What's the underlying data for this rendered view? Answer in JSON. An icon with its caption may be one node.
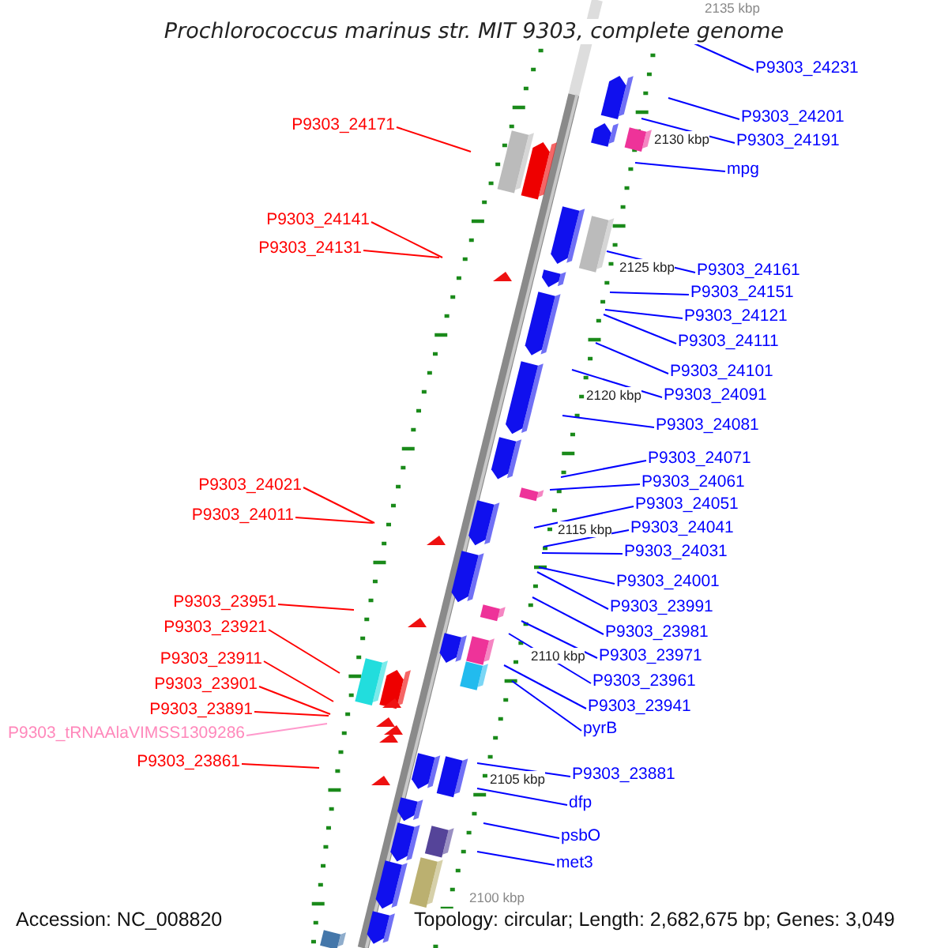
{
  "diagram": {
    "title": "Prochlorococcus marinus str. MIT 9303, complete genome",
    "nodes": [
      {
        "text": [
          "P9303_24171"
        ]
      },
      {
        "text": [
          "P9303_24141"
        ]
      },
      {
        "text": [
          "P9303_24131"
        ]
      },
      {
        "text": [
          "P9303_24021"
        ]
      },
      {
        "text": [
          "P9303_24011"
        ]
      },
      {
        "text": [
          "P9303_23951"
        ]
      },
      {
        "text": [
          "P9303_23921"
        ]
      },
      {
        "text": [
          "P9303_23911"
        ]
      },
      {
        "text": [
          "P9303_23901"
        ]
      },
      {
        "text": [
          "P9303_23891"
        ]
      },
      {
        "text": [
          "P9303_tRNAAlaVIMSS1309286"
        ]
      },
      {
        "text": [
          "P9303_23861"
        ]
      },
      {
        "text": [
          "P9303_24231"
        ]
      },
      {
        "text": [
          "P9303_24201"
        ]
      },
      {
        "text": [
          "P9303_24191"
        ]
      },
      {
        "text": [
          "mpg"
        ]
      },
      {
        "text": [
          "P9303_24161"
        ]
      },
      {
        "text": [
          "P9303_24151"
        ]
      },
      {
        "text": [
          "P9303_24121"
        ]
      },
      {
        "text": [
          "P9303_24111"
        ]
      },
      {
        "text": [
          "P9303_24101"
        ]
      },
      {
        "text": [
          "P9303_24091"
        ]
      },
      {
        "text": [
          "P9303_24081"
        ]
      },
      {
        "text": [
          "P9303_24071"
        ]
      },
      {
        "text": [
          "P9303_24061"
        ]
      },
      {
        "text": [
          "P9303_24051"
        ]
      },
      {
        "text": [
          "P9303_24041"
        ]
      },
      {
        "text": [
          "P9303_24031"
        ]
      },
      {
        "text": [
          "P9303_24001"
        ]
      },
      {
        "text": [
          "P9303_23991"
        ]
      },
      {
        "text": [
          "P9303_23981"
        ]
      },
      {
        "text": [
          "P9303_23971"
        ]
      },
      {
        "text": [
          "P9303_23961"
        ]
      },
      {
        "text": [
          "P9303_23941"
        ]
      },
      {
        "text": [
          "pyrB"
        ]
      },
      {
        "text": [
          "P9303_23881"
        ]
      },
      {
        "text": [
          "dfp"
        ]
      },
      {
        "text": [
          "psbO"
        ]
      },
      {
        "text": [
          "met3"
        ]
      }
    ],
    "edges": [
      {
        "from": 0,
        "to": null,
        "arrow": "none",
        "color": "#ff0000"
      },
      {
        "from": 1,
        "to": null,
        "arrow": "none",
        "color": "#ff0000"
      },
      {
        "from": 2,
        "to": null,
        "arrow": "none",
        "color": "#ff0000"
      },
      {
        "from": 3,
        "to": null,
        "arrow": "none",
        "color": "#ff0000"
      },
      {
        "from": 4,
        "to": null,
        "arrow": "none",
        "color": "#ff0000"
      },
      {
        "from": 5,
        "to": null,
        "arrow": "none",
        "color": "#ff0000"
      },
      {
        "from": 6,
        "to": null,
        "arrow": "none",
        "color": "#ff0000"
      },
      {
        "from": 7,
        "to": null,
        "arrow": "none",
        "color": "#ff0000"
      },
      {
        "from": 8,
        "to": null,
        "arrow": "none",
        "color": "#ff0000"
      },
      {
        "from": 9,
        "to": null,
        "arrow": "none",
        "color": "#ff0000"
      },
      {
        "from": 10,
        "to": null,
        "arrow": "none",
        "color": "#ff99cc"
      },
      {
        "from": 11,
        "to": null,
        "arrow": "none",
        "color": "#ff0000"
      },
      {
        "from": 12,
        "to": null,
        "arrow": "none"
      },
      {
        "from": 13,
        "to": null,
        "arrow": "none"
      },
      {
        "from": 14,
        "to": null,
        "arrow": "none"
      },
      {
        "from": 15,
        "to": null,
        "arrow": "none"
      },
      {
        "from": 16,
        "to": null,
        "arrow": "none"
      },
      {
        "from": 17,
        "to": null,
        "arrow": "none"
      },
      {
        "from": 18,
        "to": null,
        "arrow": "none"
      },
      {
        "from": 19,
        "to": null,
        "arrow": "none"
      },
      {
        "from": 20,
        "to": null,
        "arrow": "none"
      },
      {
        "from": 21,
        "to": null,
        "arrow": "none"
      },
      {
        "from": 22,
        "to": null,
        "arrow": "none"
      },
      {
        "from": 23,
        "to": null,
        "arrow": "none"
      },
      {
        "from": 24,
        "to": null,
        "arrow": "none"
      },
      {
        "from": 25,
        "to": null,
        "arrow": "none"
      },
      {
        "from": 26,
        "to": null,
        "arrow": "none"
      },
      {
        "from": 27,
        "to": null,
        "arrow": "none"
      },
      {
        "from": 28,
        "to": null,
        "arrow": "none"
      },
      {
        "from": 29,
        "to": null,
        "arrow": "none"
      },
      {
        "from": 30,
        "to": null,
        "arrow": "none"
      },
      {
        "from": 31,
        "to": null,
        "arrow": "none"
      },
      {
        "from": 32,
        "to": null,
        "arrow": "none"
      },
      {
        "from": 33,
        "to": null,
        "arrow": "none"
      },
      {
        "from": 34,
        "to": null,
        "arrow": "none"
      },
      {
        "from": 35,
        "to": null,
        "arrow": "none"
      },
      {
        "from": 36,
        "to": null,
        "arrow": "none"
      },
      {
        "from": 37,
        "to": null,
        "arrow": "none"
      },
      {
        "from": 38,
        "to": null,
        "arrow": "none"
      }
    ],
    "labels": [
      "2135 kbp",
      "2130 kbp",
      "2125 kbp",
      "2120 kbp",
      "2115 kbp",
      "2110 kbp",
      "2105 kbp",
      "2100 kbp",
      "Accession: NC_008820",
      "Topology: circular; Length: 2,682,675 bp; Genes: 3,049"
    ]
  }
}
